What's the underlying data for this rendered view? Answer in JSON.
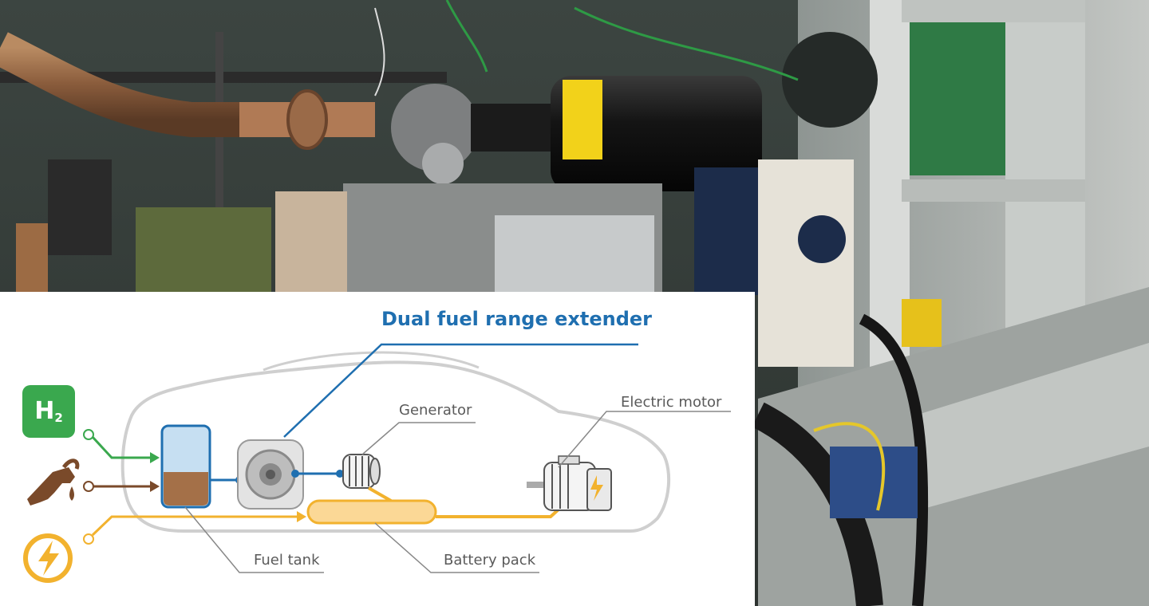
{
  "diagram": {
    "title": "Dual fuel range extender",
    "h2_symbol": "H",
    "h2_subscript": "2",
    "labels": {
      "generator": "Generator",
      "electric_motor": "Electric motor",
      "fuel_tank": "Fuel tank",
      "battery_pack": "Battery pack"
    },
    "colors": {
      "hydrogen_line": "#3aa84e",
      "fuel_line": "#7a4a2a",
      "electric_line": "#f2b22e",
      "extender_line": "#1f6fb0",
      "car_outline": "#cfcfcf",
      "label_text": "#5a5a5a"
    },
    "icons": [
      "h2-badge-icon",
      "fuel-nozzle-icon",
      "lightning-icon",
      "rotary-engine-icon",
      "generator-icon",
      "electric-motor-icon"
    ]
  }
}
